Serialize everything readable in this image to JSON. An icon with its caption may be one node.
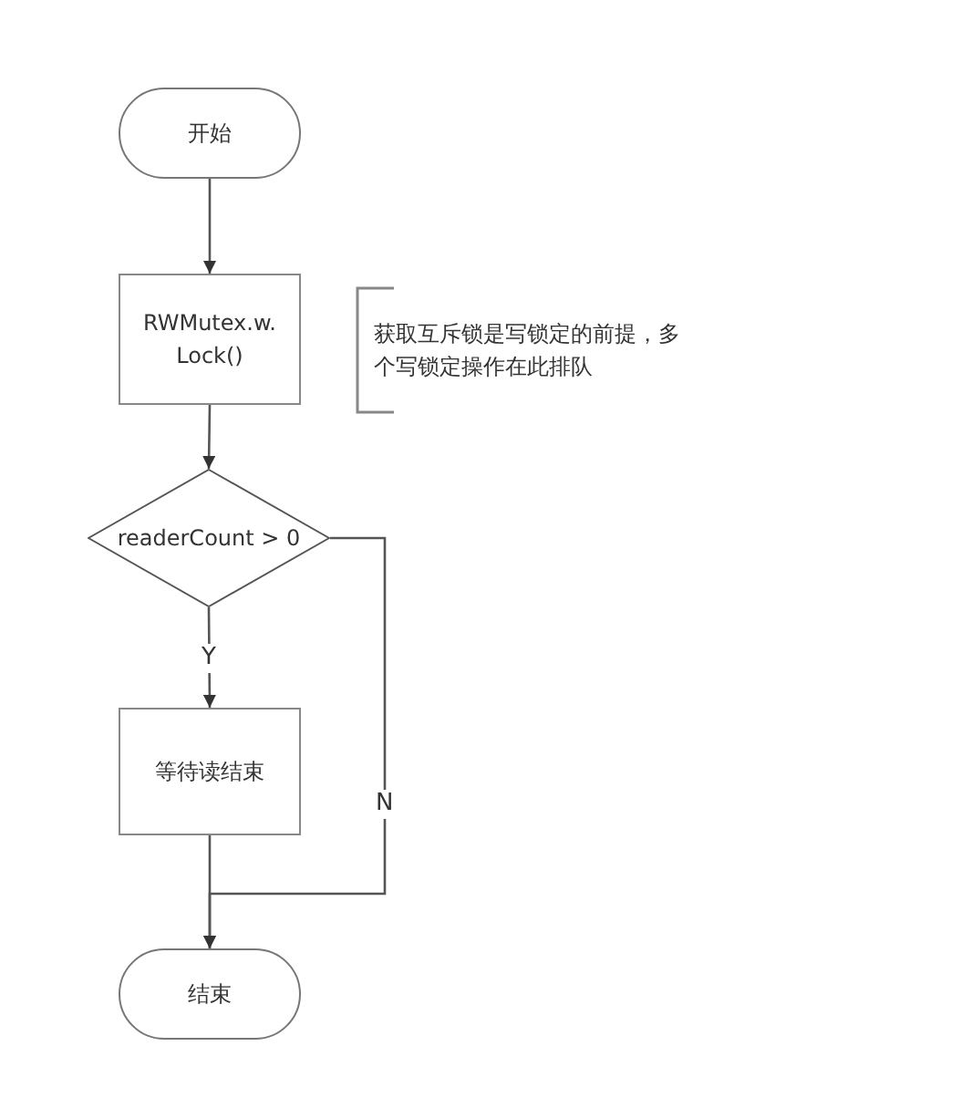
{
  "diagram": {
    "nodes": [
      {
        "text": [
          "开始"
        ]
      },
      {
        "text": [
          "RWMutex.w. Lock()"
        ]
      },
      {
        "text": [
          "readerCount > 0"
        ]
      },
      {
        "text": [
          "等待读结束"
        ]
      },
      {
        "text": [
          "结束"
        ]
      },
      {
        "text": [
          "获取互斥锁是写锁定的前提，多个写锁定操作在此排队"
        ]
      }
    ],
    "edges": [
      {
        "from": 0,
        "to": 1,
        "arrow": "to"
      },
      {
        "from": 1,
        "to": 2,
        "arrow": "to"
      },
      {
        "from": 2,
        "to": 3,
        "arrow": "to",
        "label": "Y"
      },
      {
        "from": 3,
        "to": 4,
        "arrow": "to"
      },
      {
        "from": 2,
        "to": 4,
        "arrow": "to",
        "label": "N"
      }
    ]
  }
}
